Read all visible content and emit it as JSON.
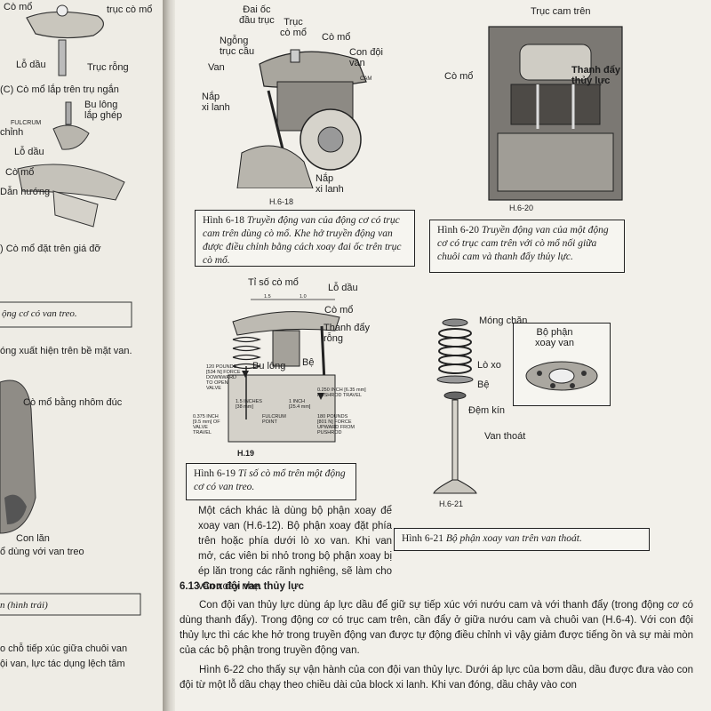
{
  "left_page": {
    "labels": {
      "co_mo_top": "Cò mổ",
      "truc_co_mo_top": "trục cò mổ",
      "lo_dau_1": "Lỗ dầu",
      "truc_rong": "Trục rỗng",
      "section_c": "(C) Cò mổ lắp trên trụ ngắn",
      "bu_long_lap_ghep": "Bu lông\nlắp ghép",
      "fulcrum": "FULCRUM",
      "chinh": "chỉnh",
      "lo_dau_2": "Lỗ dầu",
      "co_mo_mid": "Cò mổ",
      "dan_huong": "Dẫn hướng",
      "section_d": ") Cò mổ đặt trên giá đỡ",
      "caption_fragment": "ộng cơ có van treo.",
      "text_fragment": "óng xuất hiện trên bề mặt van.",
      "co_mo_nhom": "Cò mổ bằng nhôm đúc",
      "con_lan": "Con lăn",
      "dung_voi_van_treo": "ổ dùng với van treo",
      "caption_fragment_2": "n (hình trái)",
      "para_line_1": "o chỗ tiếp xúc giữa chuôi van",
      "para_line_2": "ội van, lực tác dụng lệch tâm"
    }
  },
  "fig_6_18": {
    "labels": {
      "dai_oc": "Đai ốc\nđầu trục",
      "truc_co_mo": "Trục\ncò mổ",
      "co_mo": "Cò mổ",
      "ngong_truc_cau": "Ngỗng\ntrục cầu",
      "con_doi_van": "Con đội\nvan",
      "van": "Van",
      "cam": "CAM",
      "nap_xi_lanh_1": "Nắp\nxi lanh",
      "nap_xi_lanh_2": "Nắp\nxi lanh"
    },
    "figure_number": "H.6-18",
    "caption_prefix": "Hình 6-18",
    "caption_text": "Truyền động van của động cơ có trục cam trên dùng cò mổ. Khe hở truyền động van được điều chỉnh bằng cách xoay đai ốc trên trục cò mổ."
  },
  "fig_6_20": {
    "labels": {
      "truc_cam_tren": "Trục cam trên",
      "co_mo": "Cò mổ",
      "thanh_day": "Thanh đẩy\nthủy lực"
    },
    "figure_number": "H.6-20",
    "caption_prefix": "Hình 6-20",
    "caption_text": "Truyền động van của một động cơ có trục cam trên với cò mổ nối giữa chuôi cam và thanh đẩy thủy lực."
  },
  "fig_6_19": {
    "labels": {
      "ti_so": "Tỉ số cò mổ",
      "lo_dau": "Lỗ dầu",
      "co_mo": "Cò mổ",
      "thanh_day_rong": "Thanh đẩy\nrỗng",
      "bu_long": "Bu lông",
      "be": "Bệ",
      "dim_15": "1.5",
      "dim_10": "1.0",
      "force_down": "120 POUNDS\n[534 N] FORCE\nDOWNWARD\nTO OPEN\nVALVE",
      "inch_15": "1.5 INCHES\n[38 mm]",
      "inch_1": "1 INCH\n[25.4 mm]",
      "pushrod_travel": "0.250 INCH [6.35 mm]\nPUSHROD TRAVEL",
      "valve_travel": "0.375 INCH\n[9.5 mm] OF\nVALVE\nTRAVEL",
      "fulcrum_point": "FULCRUM\nPOINT",
      "force_up": "180 POUNDS\n[801 N] FORCE\nUPWARD FROM\nPUSHROD"
    },
    "figure_number": "H.19",
    "caption_prefix": "Hình 6-19",
    "caption_text": "Tỉ số cò mổ trên một động cơ có van treo."
  },
  "fig_6_21": {
    "labels": {
      "mong_chan": "Móng chặn",
      "lo_xo": "Lò xo",
      "be": "Bệ",
      "dem_kin": "Đệm kín",
      "van_thoat": "Van thoát",
      "bo_phan_xoay_van": "Bộ phận\nxoay van"
    },
    "figure_number": "H.6-21",
    "caption_prefix": "Hình 6-21",
    "caption_text": "Bộ phận xoay van trên van thoát."
  },
  "paragraph_rotator": "Một cách khác là dùng bộ phận xoay để xoay van (H.6-12). Bộ phận xoay đặt phía trên hoặc phía dưới lò xo van. Khi van mở, các viên bi nhỏ trong bộ phận xoay bị ép lăn trong các rãnh nghiêng, sẽ làm cho van xoay nhẹ.",
  "section": {
    "heading": "6.13 Con đội van thủy lực",
    "paragraph_1": "Con đội van thủy lực dùng áp lực dầu để giữ sự tiếp xúc với nướu cam và với thanh đẩy (trong động cơ có dùng thanh đẩy). Trong động cơ có trục cam trên, cần đẩy ở giữa nướu cam và chuôi van (H.6-4). Với con đội thủy lực thì các khe hở trong truyền động van được tự động điều chỉnh vì vậy giảm được tiếng ồn và sự mài mòn của các bộ phận trong truyền động van.",
    "paragraph_2": "Hình 6-22 cho thấy sự vận hành của con đội van thủy lực. Dưới áp lực của bơm dầu, dầu được đưa vào con đội từ một lỗ dầu chạy theo chiều dài của block xi lanh. Khi van đóng, dầu chảy vào con"
  }
}
